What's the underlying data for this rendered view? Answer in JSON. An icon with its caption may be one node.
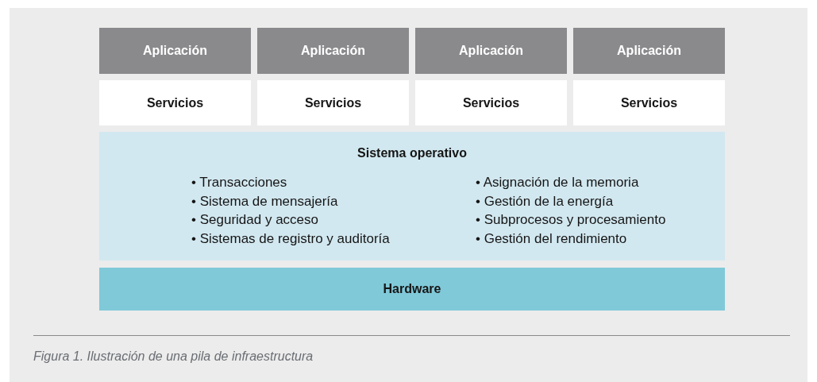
{
  "diagram": {
    "caption": "Figura 1. Ilustración de una pila de infraestructura",
    "nodes": [
      {
        "text": [
          "Aplicación"
        ]
      },
      {
        "text": [
          "Aplicación"
        ]
      },
      {
        "text": [
          "Aplicación"
        ]
      },
      {
        "text": [
          "Aplicación"
        ]
      },
      {
        "text": [
          "Servicios"
        ]
      },
      {
        "text": [
          "Servicios"
        ]
      },
      {
        "text": [
          "Servicios"
        ]
      },
      {
        "text": [
          "Servicios"
        ]
      },
      {
        "text": [
          "Sistema operativo",
          "• Transacciones",
          "• Sistema de mensajería",
          "• Seguridad y acceso",
          "• Sistemas de registro y auditoría",
          "• Asignación de la memoria",
          "• Gestión de la energía",
          "• Subprocesos y procesamiento",
          "• Gestión del rendimiento"
        ]
      },
      {
        "text": [
          "Hardware"
        ]
      }
    ],
    "edges": []
  }
}
